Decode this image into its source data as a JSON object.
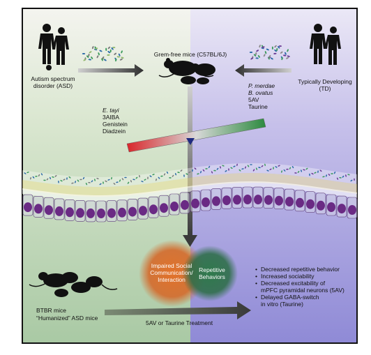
{
  "labels": {
    "asd": "Autism spectrum disorder (ASD)",
    "td": "Typically Developing (TD)",
    "germ_free": "Grem-free mice (C57BL/6J)",
    "btbr": "BTBR mice",
    "humanized": "“Humanized” ASD mice",
    "treatment": "5AV or Taurine Treatment"
  },
  "left_metabolites": [
    {
      "text": "E. tayi",
      "italic": true
    },
    {
      "text": "3AIBA",
      "italic": false
    },
    {
      "text": "Genistein",
      "italic": false
    },
    {
      "text": "Diadzein",
      "italic": false
    }
  ],
  "right_metabolites": [
    {
      "text": "P. merdae",
      "italic": true
    },
    {
      "text": "B. ovatus",
      "italic": true
    },
    {
      "text": "5AV",
      "italic": false
    },
    {
      "text": "Taurine",
      "italic": false
    }
  ],
  "circles": {
    "social": [
      "Impaired Social",
      "Communication/",
      "Interaction"
    ],
    "repetitive": [
      "Repetitive",
      "Behaviors"
    ]
  },
  "effects": [
    "Decreased repetitive behavior",
    "Increased sociability",
    "Decreased excitability of",
    "mPFC pyramidal neurons (5AV)",
    "Delayed GABA-switch",
    "in vitro (Taurine)"
  ],
  "colors": {
    "left_panel_top": "#f4f4ef",
    "left_panel_bottom": "#a9c9a4",
    "right_panel_top": "#ebe8f6",
    "right_panel_bottom": "#8f8ad6",
    "neuron_cell": "#6a2a84",
    "balance_left": "#d9262a",
    "balance_right": "#2c8a3f",
    "social_circle": "#d9722c",
    "repetitive_circle": "#2f7a4c",
    "arrow": "#3d3d3d"
  }
}
